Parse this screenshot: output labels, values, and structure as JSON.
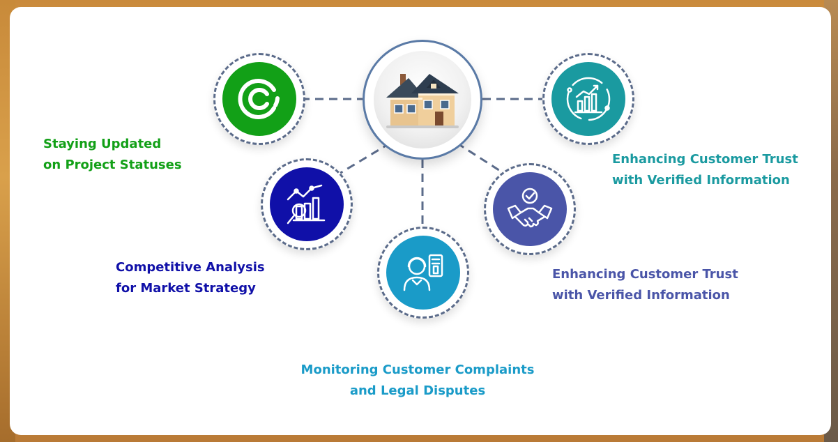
{
  "colors": {
    "green": "#12a017",
    "navy": "#1010a8",
    "teal": "#1a9aa0",
    "cyan": "#1a9bc8",
    "purple": "#4a55a8",
    "connector": "#5b6b8a"
  },
  "nodes": [
    {
      "icon": "house-icon"
    },
    {
      "icon": "c-logo-icon",
      "label_line1": "Staying Updated",
      "label_line2": "on Project Statuses"
    },
    {
      "icon": "chart-magnifier-icon",
      "label_line1": "Competitive Analysis",
      "label_line2": "for Market Strategy"
    },
    {
      "icon": "customer-support-icon",
      "label_line1": "Monitoring Customer Complaints",
      "label_line2": "and Legal Disputes"
    },
    {
      "icon": "handshake-icon",
      "label_line1": "Enhancing Customer Trust",
      "label_line2": "with Verified Information"
    },
    {
      "icon": "chart-radar-icon",
      "label_line1": "Enhancing Customer Trust",
      "label_line2": "with Verified Information"
    }
  ]
}
